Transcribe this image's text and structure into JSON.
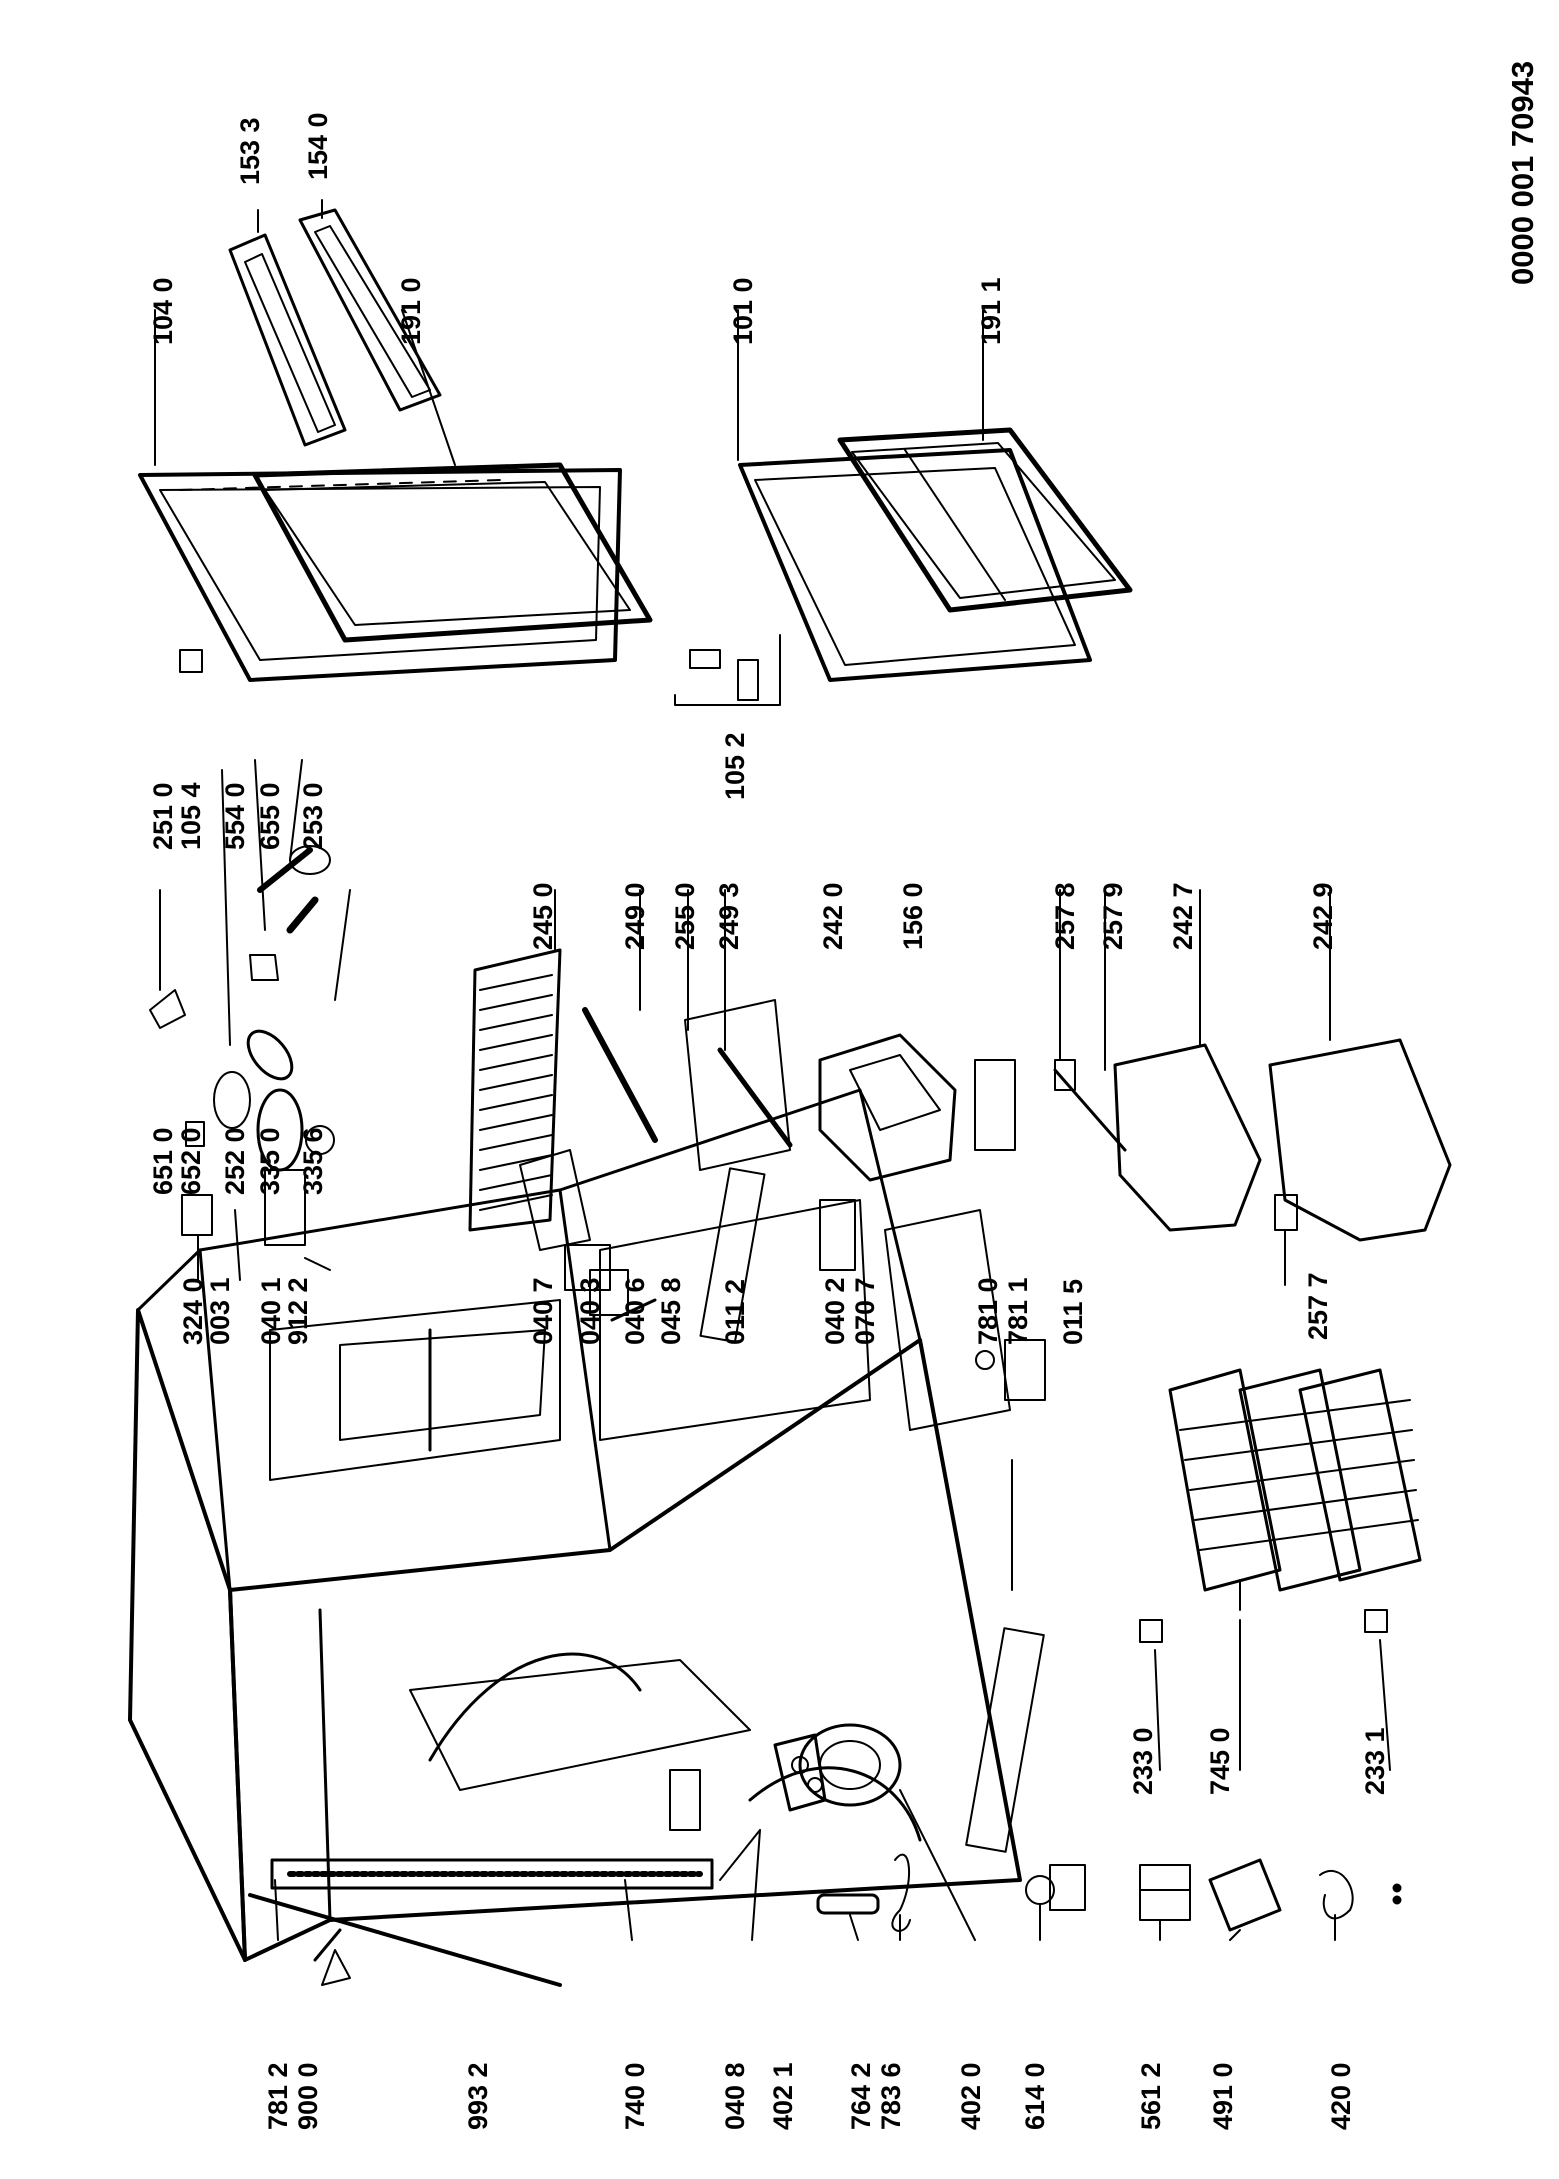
{
  "document_id": "0000 001 70943",
  "part_labels": [
    "153 3",
    "154 0",
    "104 0",
    "191 0",
    "101 0",
    "191 1",
    "105 2",
    "251 0",
    "105 4",
    "554 0",
    "655 0",
    "253 0",
    "651 0",
    "652 0",
    "252 0",
    "335 0",
    "335 6",
    "245 0",
    "249 0",
    "255 0",
    "249 3",
    "242 0",
    "156 0",
    "257 8",
    "257 9",
    "242 7",
    "242 9",
    "257 7",
    "324 0",
    "003 1",
    "040 1",
    "912 2",
    "040 7",
    "040 3",
    "040 6",
    "045 8",
    "011 2",
    "040 2",
    "070 7",
    "781 0",
    "781 1",
    "011 5",
    "233 0",
    "745 0",
    "233 1",
    "781 2",
    "900 0",
    "993 2",
    "740 0",
    "040 8",
    "402 1",
    "764 2",
    "783 6",
    "402 0",
    "614 0",
    "561 2",
    "491 0",
    "420 0"
  ]
}
